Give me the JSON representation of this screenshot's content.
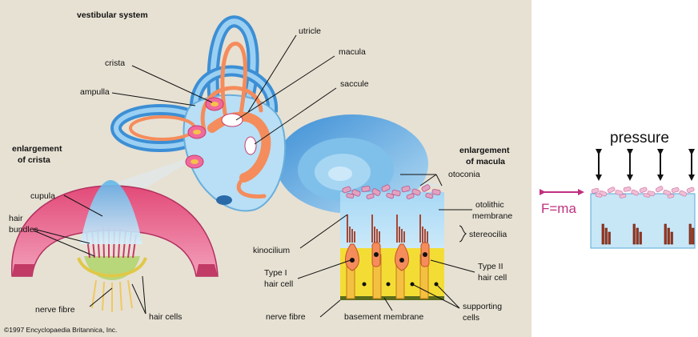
{
  "labels": {
    "vestibular_system": "vestibular system",
    "utricle": "utricle",
    "crista": "crista",
    "macula": "macula",
    "ampulla": "ampulla",
    "saccule": "saccule",
    "enlargement_crista_line1": "enlargement",
    "enlargement_crista_line2": "of crista",
    "enlargement_macula_line1": "enlargement",
    "enlargement_macula_line2": "of macula",
    "otoconia": "otoconia",
    "otolithic_line1": "otolithic",
    "otolithic_line2": "membrane",
    "stereocilia": "stereocilia",
    "cupula": "cupula",
    "hair_bundles_line1": "hair",
    "hair_bundles_line2": "bundles",
    "kinocilium": "kinocilium",
    "type1_line1": "Type I",
    "type1_line2": "hair cell",
    "type2_line1": "Type II",
    "type2_line2": "hair cell",
    "nerve_fibre_crista": "nerve fibre",
    "hair_cells": "hair cells",
    "nerve_fibre_macula": "nerve fibre",
    "basement_membrane": "basement membrane",
    "supporting_line1": "supporting",
    "supporting_line2": "cells",
    "copyright": "©1997 Encyclopaedia Britannica, Inc."
  },
  "side_diagram": {
    "pressure": "pressure",
    "force": "F=ma"
  },
  "colors": {
    "background": "#e7e1d3",
    "labyrinth_blue": "#6aaedb",
    "endolymph_orange": "#f58c5c",
    "crista_pink": "#d9466f",
    "otoconia_pink": "#e1a2c0",
    "force_magenta": "#c0307f",
    "cilia_brown": "#a3361e"
  }
}
